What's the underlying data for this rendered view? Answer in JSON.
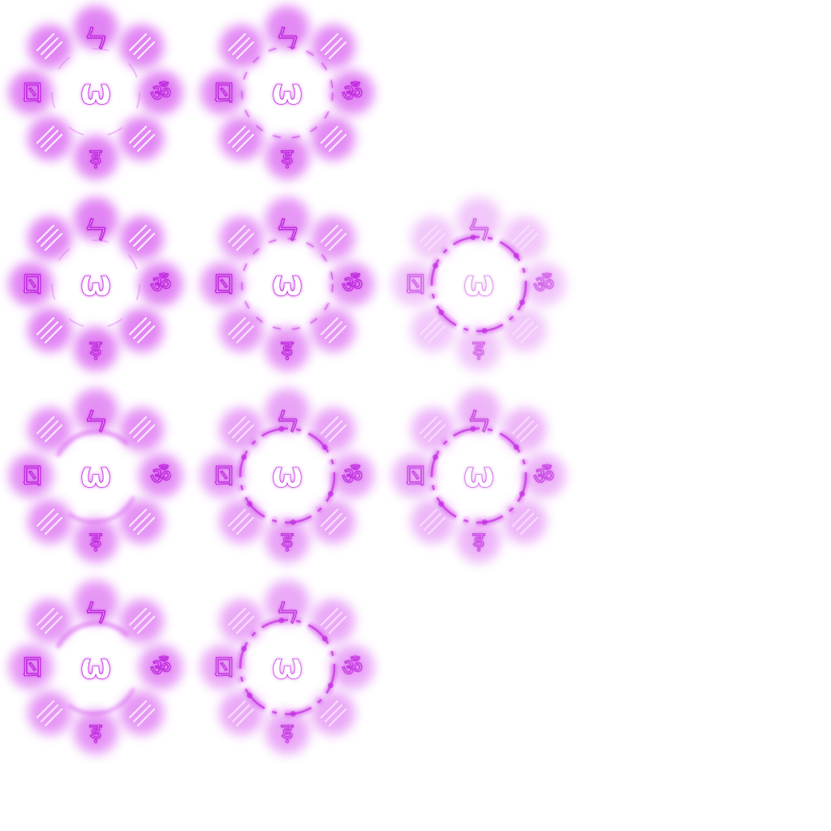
{
  "sprite_sheet": {
    "description_free": true,
    "glyphs": {
      "center": "ω",
      "top": "ㄣ",
      "left": "ㄖ",
      "right": "ॐ",
      "bottom": "ड़"
    },
    "colors": {
      "glow": "#d85cf0",
      "glow_soft": "#f2b6fb",
      "core": "#ffffff",
      "stroke": "#c22fe0"
    },
    "frames": [
      {
        "id": 1,
        "row": 1,
        "col": 1,
        "intensity": 1.0,
        "ring": "faint"
      },
      {
        "id": 2,
        "row": 1,
        "col": 2,
        "intensity": 0.95,
        "ring": "dashed"
      },
      {
        "id": 3,
        "row": 2,
        "col": 1,
        "intensity": 1.0,
        "ring": "faint"
      },
      {
        "id": 4,
        "row": 2,
        "col": 2,
        "intensity": 0.85,
        "ring": "dashed"
      },
      {
        "id": 5,
        "row": 2,
        "col": 3,
        "intensity": 0.45,
        "ring": "bold"
      },
      {
        "id": 6,
        "row": 3,
        "col": 1,
        "intensity": 0.9,
        "ring": "arc"
      },
      {
        "id": 7,
        "row": 3,
        "col": 2,
        "intensity": 0.75,
        "ring": "bold"
      },
      {
        "id": 8,
        "row": 3,
        "col": 3,
        "intensity": 0.6,
        "ring": "bold"
      },
      {
        "id": 9,
        "row": 4,
        "col": 1,
        "intensity": 0.85,
        "ring": "arc"
      },
      {
        "id": 10,
        "row": 4,
        "col": 2,
        "intensity": 0.7,
        "ring": "bold"
      }
    ]
  }
}
